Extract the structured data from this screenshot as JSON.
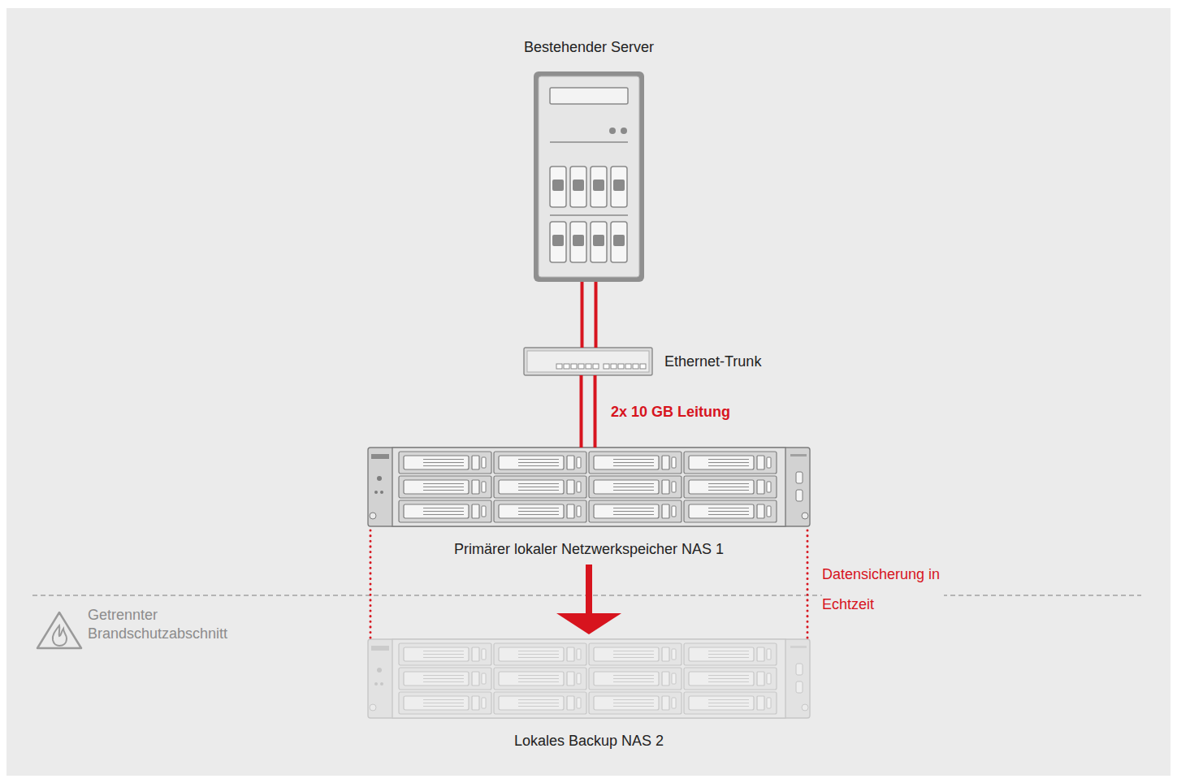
{
  "diagram": {
    "nodes": [
      {
        "text": [
          "Bestehender Server"
        ]
      },
      {
        "text": [
          "Ethernet-Trunk"
        ]
      },
      {
        "text": [
          "Primärer lokaler Netzwerkspeicher NAS 1"
        ]
      },
      {
        "text": [
          "Lokales Backup NAS 2"
        ]
      }
    ],
    "edges": [
      {
        "from": 0,
        "to": 1,
        "arrow": "none"
      },
      {
        "from": 1,
        "to": 2,
        "arrow": "none",
        "label": "2x 10 GB Leitung"
      },
      {
        "from": 2,
        "to": 3,
        "arrow": "to",
        "label": "Datensicherung in Echtzeit"
      }
    ],
    "labels": [
      "Getrennter Brandschutzabschnitt"
    ]
  }
}
